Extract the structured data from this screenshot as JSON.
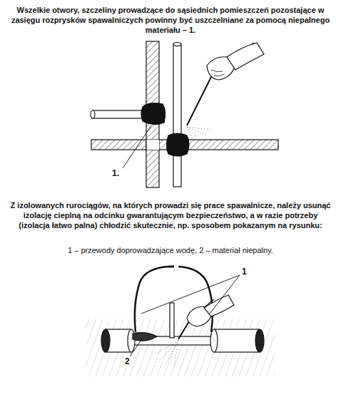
{
  "diagram": {
    "labels": [
      "Wszelkie otwory, szczeliny prowadzące do sąsiednich pomieszczeń pozostające w zasięgu rozprysków spawalniczych powinny być uszczelniane za pomocą niepalnego materiału – 1.",
      "1.",
      "Z izolowanych rurociągów, na których prowadzi się prace spawalnicze, należy usunąć izolację cieplną na odcinku gwarantującym bezpieczeństwo, a w razie potrzeby (izolacja łatwo palna) chłodzić skutecznie, np. sposobem pokazanym na rysunku:",
      "1 – przewody doprowadzające wodę, 2 – materiał niepalny.",
      "1",
      "2"
    ]
  }
}
